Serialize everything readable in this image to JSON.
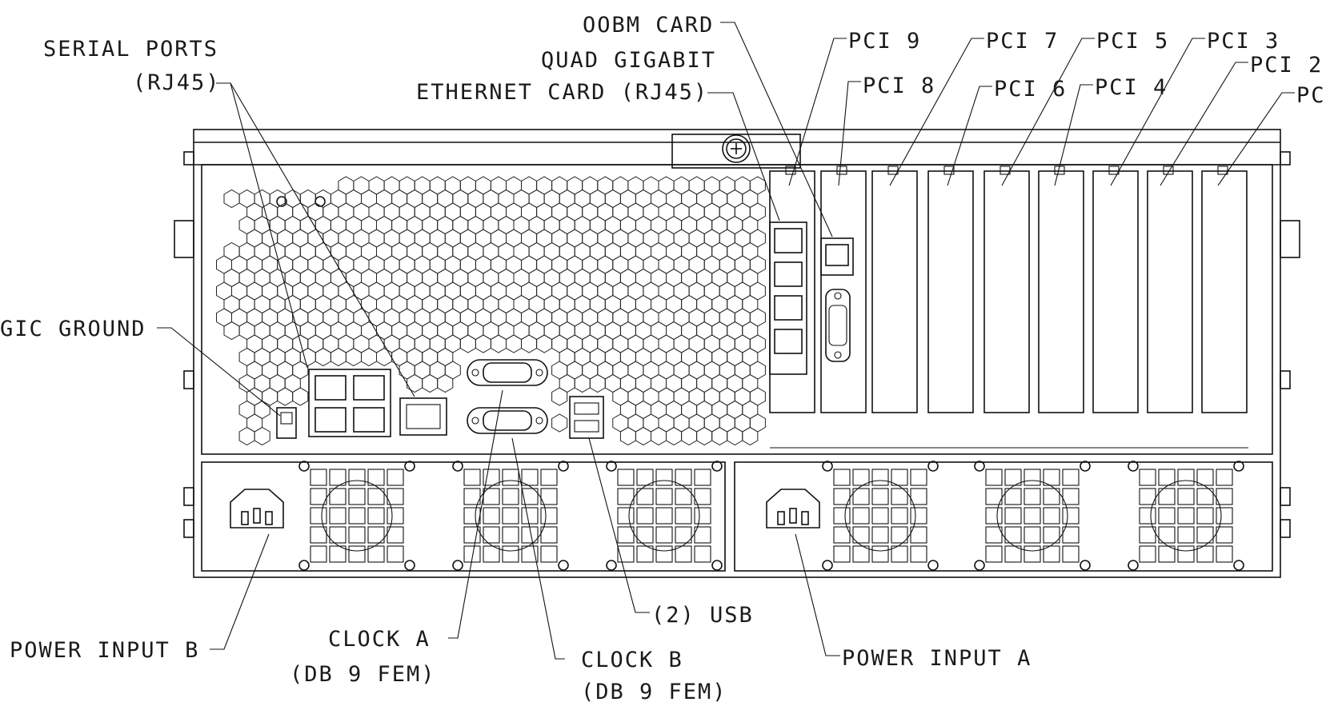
{
  "labels": {
    "serial_ports": "SERIAL PORTS",
    "rj45": "(RJ45)",
    "oobm_card": "OOBM CARD",
    "quad_gigabit": "QUAD GIGABIT",
    "ethernet_card": "ETHERNET CARD (RJ45)",
    "pci_9": "PCI 9",
    "pci_8": "PCI 8",
    "pci_7": "PCI 7",
    "pci_6": "PCI 6",
    "pci_5": "PCI 5",
    "pci_4": "PCI 4",
    "pci_3": "PCI 3",
    "pci_2": "PCI 2",
    "pci_1": "PC",
    "logic_ground": "GIC GROUND",
    "power_input_b": "POWER INPUT B",
    "clock_a": "CLOCK A",
    "clock_a_sub": "(DB 9 FEM)",
    "clock_b": "CLOCK B",
    "clock_b_sub": "(DB 9 FEM)",
    "usb": "(2) USB",
    "power_input_a": "POWER INPUT A"
  }
}
